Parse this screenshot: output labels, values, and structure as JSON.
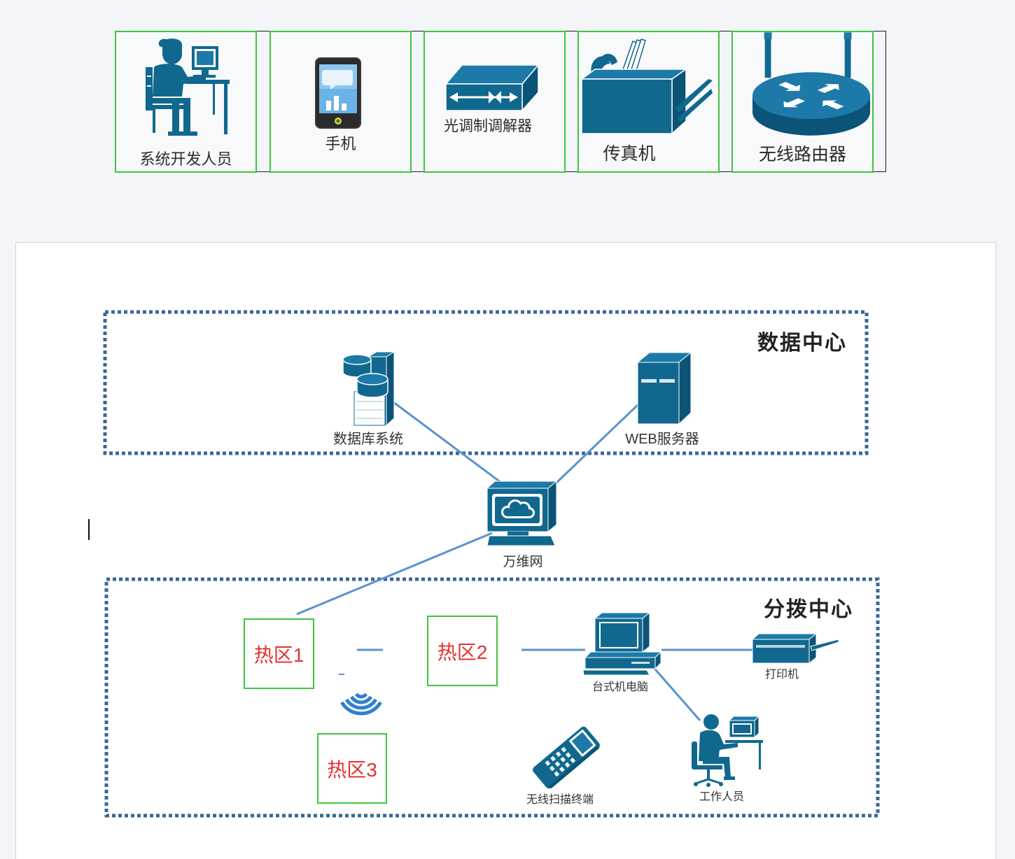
{
  "colors": {
    "icon": "#10688f",
    "link": "#5b92cc",
    "region_border": "#3b6796",
    "tile_border": "#3fc53f",
    "hotspot_border": "#3fc53f",
    "hotspot_text": "#e53030"
  },
  "palette": {
    "items": [
      {
        "label": "系统开发人员",
        "icon": "developer-icon"
      },
      {
        "label": "手机",
        "icon": "mobile-phone-icon"
      },
      {
        "label": "光调制调解器",
        "icon": "optical-modem-icon"
      },
      {
        "label": "传真机",
        "icon": "fax-machine-icon"
      },
      {
        "label": "无线路由器",
        "icon": "wireless-router-icon"
      }
    ]
  },
  "diagram": {
    "regions": {
      "data_center": "数据中心",
      "distribution_center": "分拨中心"
    },
    "nodes": {
      "database": {
        "label": "数据库系统",
        "icon": "database-server-icon"
      },
      "web_server": {
        "label": "WEB服务器",
        "icon": "web-server-icon"
      },
      "www": {
        "label": "万维网",
        "icon": "internet-computer-icon"
      },
      "desktop": {
        "label": "台式机电脑",
        "icon": "desktop-computer-icon"
      },
      "printer": {
        "label": "打印机",
        "icon": "printer-icon"
      },
      "scanner": {
        "label": "无线扫描终端",
        "icon": "handheld-scanner-icon"
      },
      "worker": {
        "label": "工作人员",
        "icon": "worker-at-desk-icon"
      },
      "wireless": {
        "icon": "wireless-signal-icon"
      }
    },
    "hotspots": [
      "热区1",
      "热区2",
      "热区3"
    ]
  }
}
